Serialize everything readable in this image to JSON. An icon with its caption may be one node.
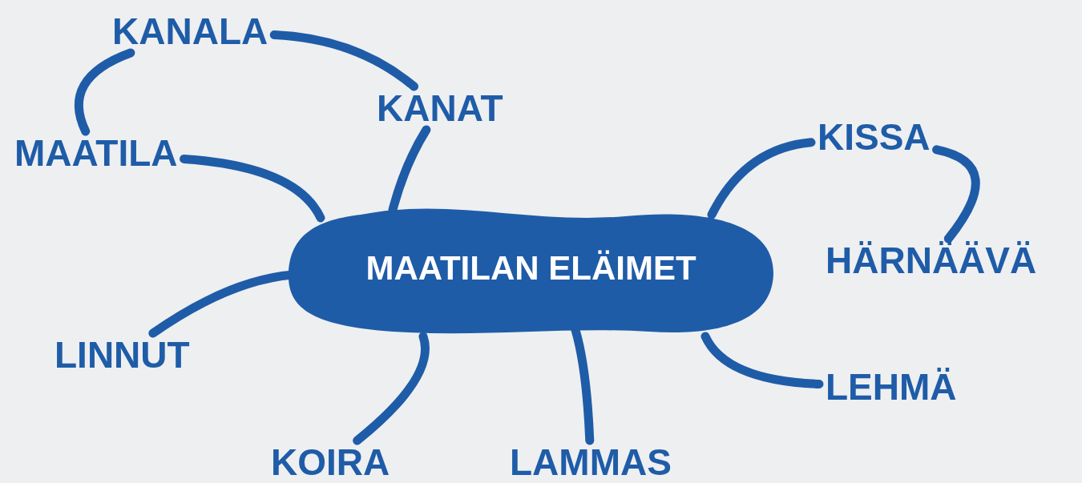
{
  "diagram": {
    "nodes": [
      {
        "text": [
          "MAATILAN ELÄIMET"
        ]
      },
      {
        "text": [
          "KANALA"
        ]
      },
      {
        "text": [
          "MAATILA"
        ]
      },
      {
        "text": [
          "KANAT"
        ]
      },
      {
        "text": [
          "KISSA"
        ]
      },
      {
        "text": [
          "HÄRNÄÄVÄ"
        ]
      },
      {
        "text": [
          "LINNUT"
        ]
      },
      {
        "text": [
          "LEHMÄ"
        ]
      },
      {
        "text": [
          "KOIRA"
        ]
      },
      {
        "text": [
          "LAMMAS"
        ]
      }
    ],
    "edges": [
      {
        "from": 0,
        "to": 2,
        "arrow": "none"
      },
      {
        "from": 0,
        "to": 3,
        "arrow": "none"
      },
      {
        "from": 0,
        "to": 4,
        "arrow": "none"
      },
      {
        "from": 0,
        "to": 6,
        "arrow": "none"
      },
      {
        "from": 0,
        "to": 8,
        "arrow": "none"
      },
      {
        "from": 0,
        "to": 9,
        "arrow": "none"
      },
      {
        "from": 0,
        "to": 7,
        "arrow": "none"
      },
      {
        "from": 2,
        "to": 1,
        "arrow": "none"
      },
      {
        "from": 1,
        "to": 3,
        "arrow": "none"
      },
      {
        "from": 4,
        "to": 5,
        "arrow": "none"
      }
    ]
  }
}
